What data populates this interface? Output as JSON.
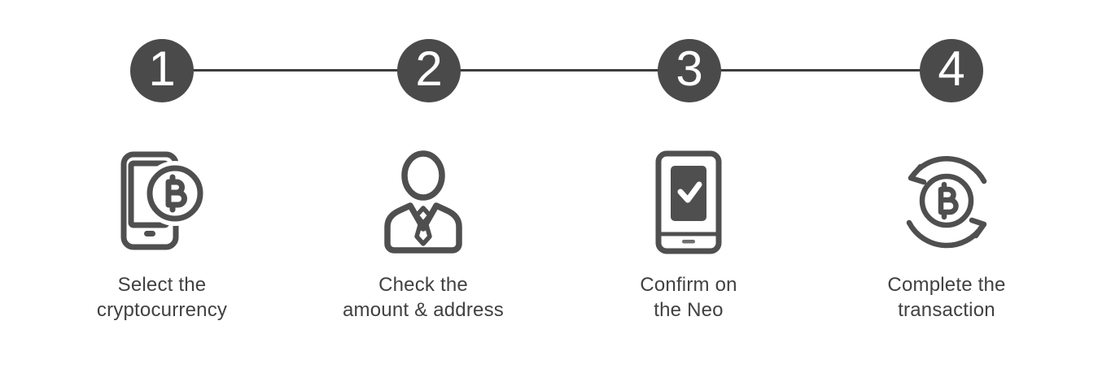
{
  "diagram": {
    "type": "horizontal-stepper",
    "background_color": "#ffffff",
    "colors": {
      "circle_fill": "#4a4a4a",
      "circle_number": "#ffffff",
      "connector": "#3c3c3c",
      "icon_stroke": "#4f4f4f",
      "caption_text": "#414141"
    },
    "steps": [
      {
        "number": "1",
        "icon": "smartphone-bitcoin-icon",
        "caption": "Select the cryptocurrency",
        "caption_lines": [
          "Select the",
          "cryptocurrency"
        ]
      },
      {
        "number": "2",
        "icon": "businessman-icon",
        "caption": "Check the amount & address",
        "caption_lines": [
          "Check the",
          "amount & address"
        ]
      },
      {
        "number": "3",
        "icon": "hardware-wallet-confirm-icon",
        "caption": "Confirm on the Neo",
        "caption_lines": [
          "Confirm on",
          "the Neo"
        ]
      },
      {
        "number": "4",
        "icon": "bitcoin-exchange-arrows-icon",
        "caption": "Complete the transaction",
        "caption_lines": [
          "Complete the",
          "transaction"
        ]
      }
    ]
  }
}
